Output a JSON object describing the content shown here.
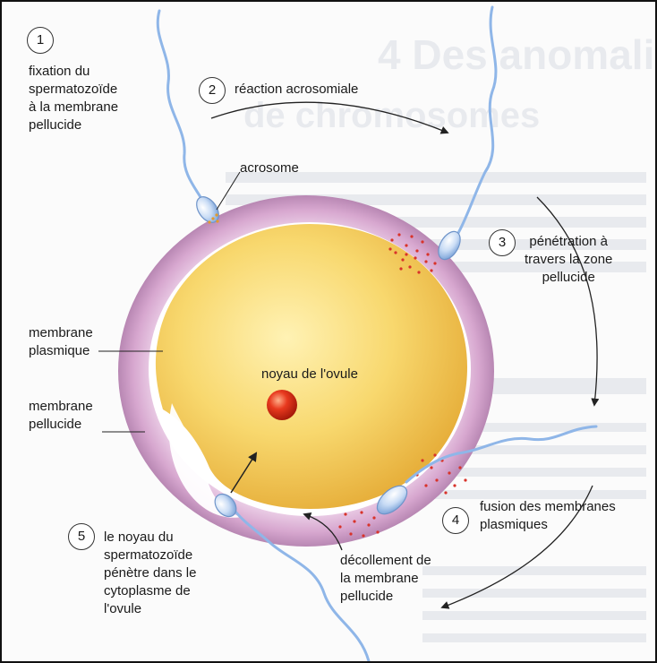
{
  "steps": [
    {
      "number": "1",
      "text": "fixation du\nspermatozoïde\nà la membrane\npellucide"
    },
    {
      "number": "2",
      "text": "réaction acrosomiale"
    },
    {
      "number": "3",
      "text": "pénétration à\ntravers la zone\npellucide"
    },
    {
      "number": "4",
      "text": "fusion des membranes\nplasmiques"
    },
    {
      "number": "5",
      "text": "le noyau du\nspermatozoïde\npénètre dans le\ncytoplasme de\nl'ovule"
    }
  ],
  "labels": {
    "acrosome": "acrosome",
    "membrane_plasmique": "membrane\nplasmique",
    "membrane_pellucide": "membrane\npellucide",
    "noyau": "noyau de l'ovule",
    "decollement": "décollement de\nla membrane\npellucide"
  },
  "colors": {
    "cytoplasm": "#f6cf63",
    "zona_pellucida": "#d7a7cf",
    "nucleus": "#e8391e",
    "sperm": "#8fb6e8",
    "acrosome_reaction": "#d8332a"
  }
}
